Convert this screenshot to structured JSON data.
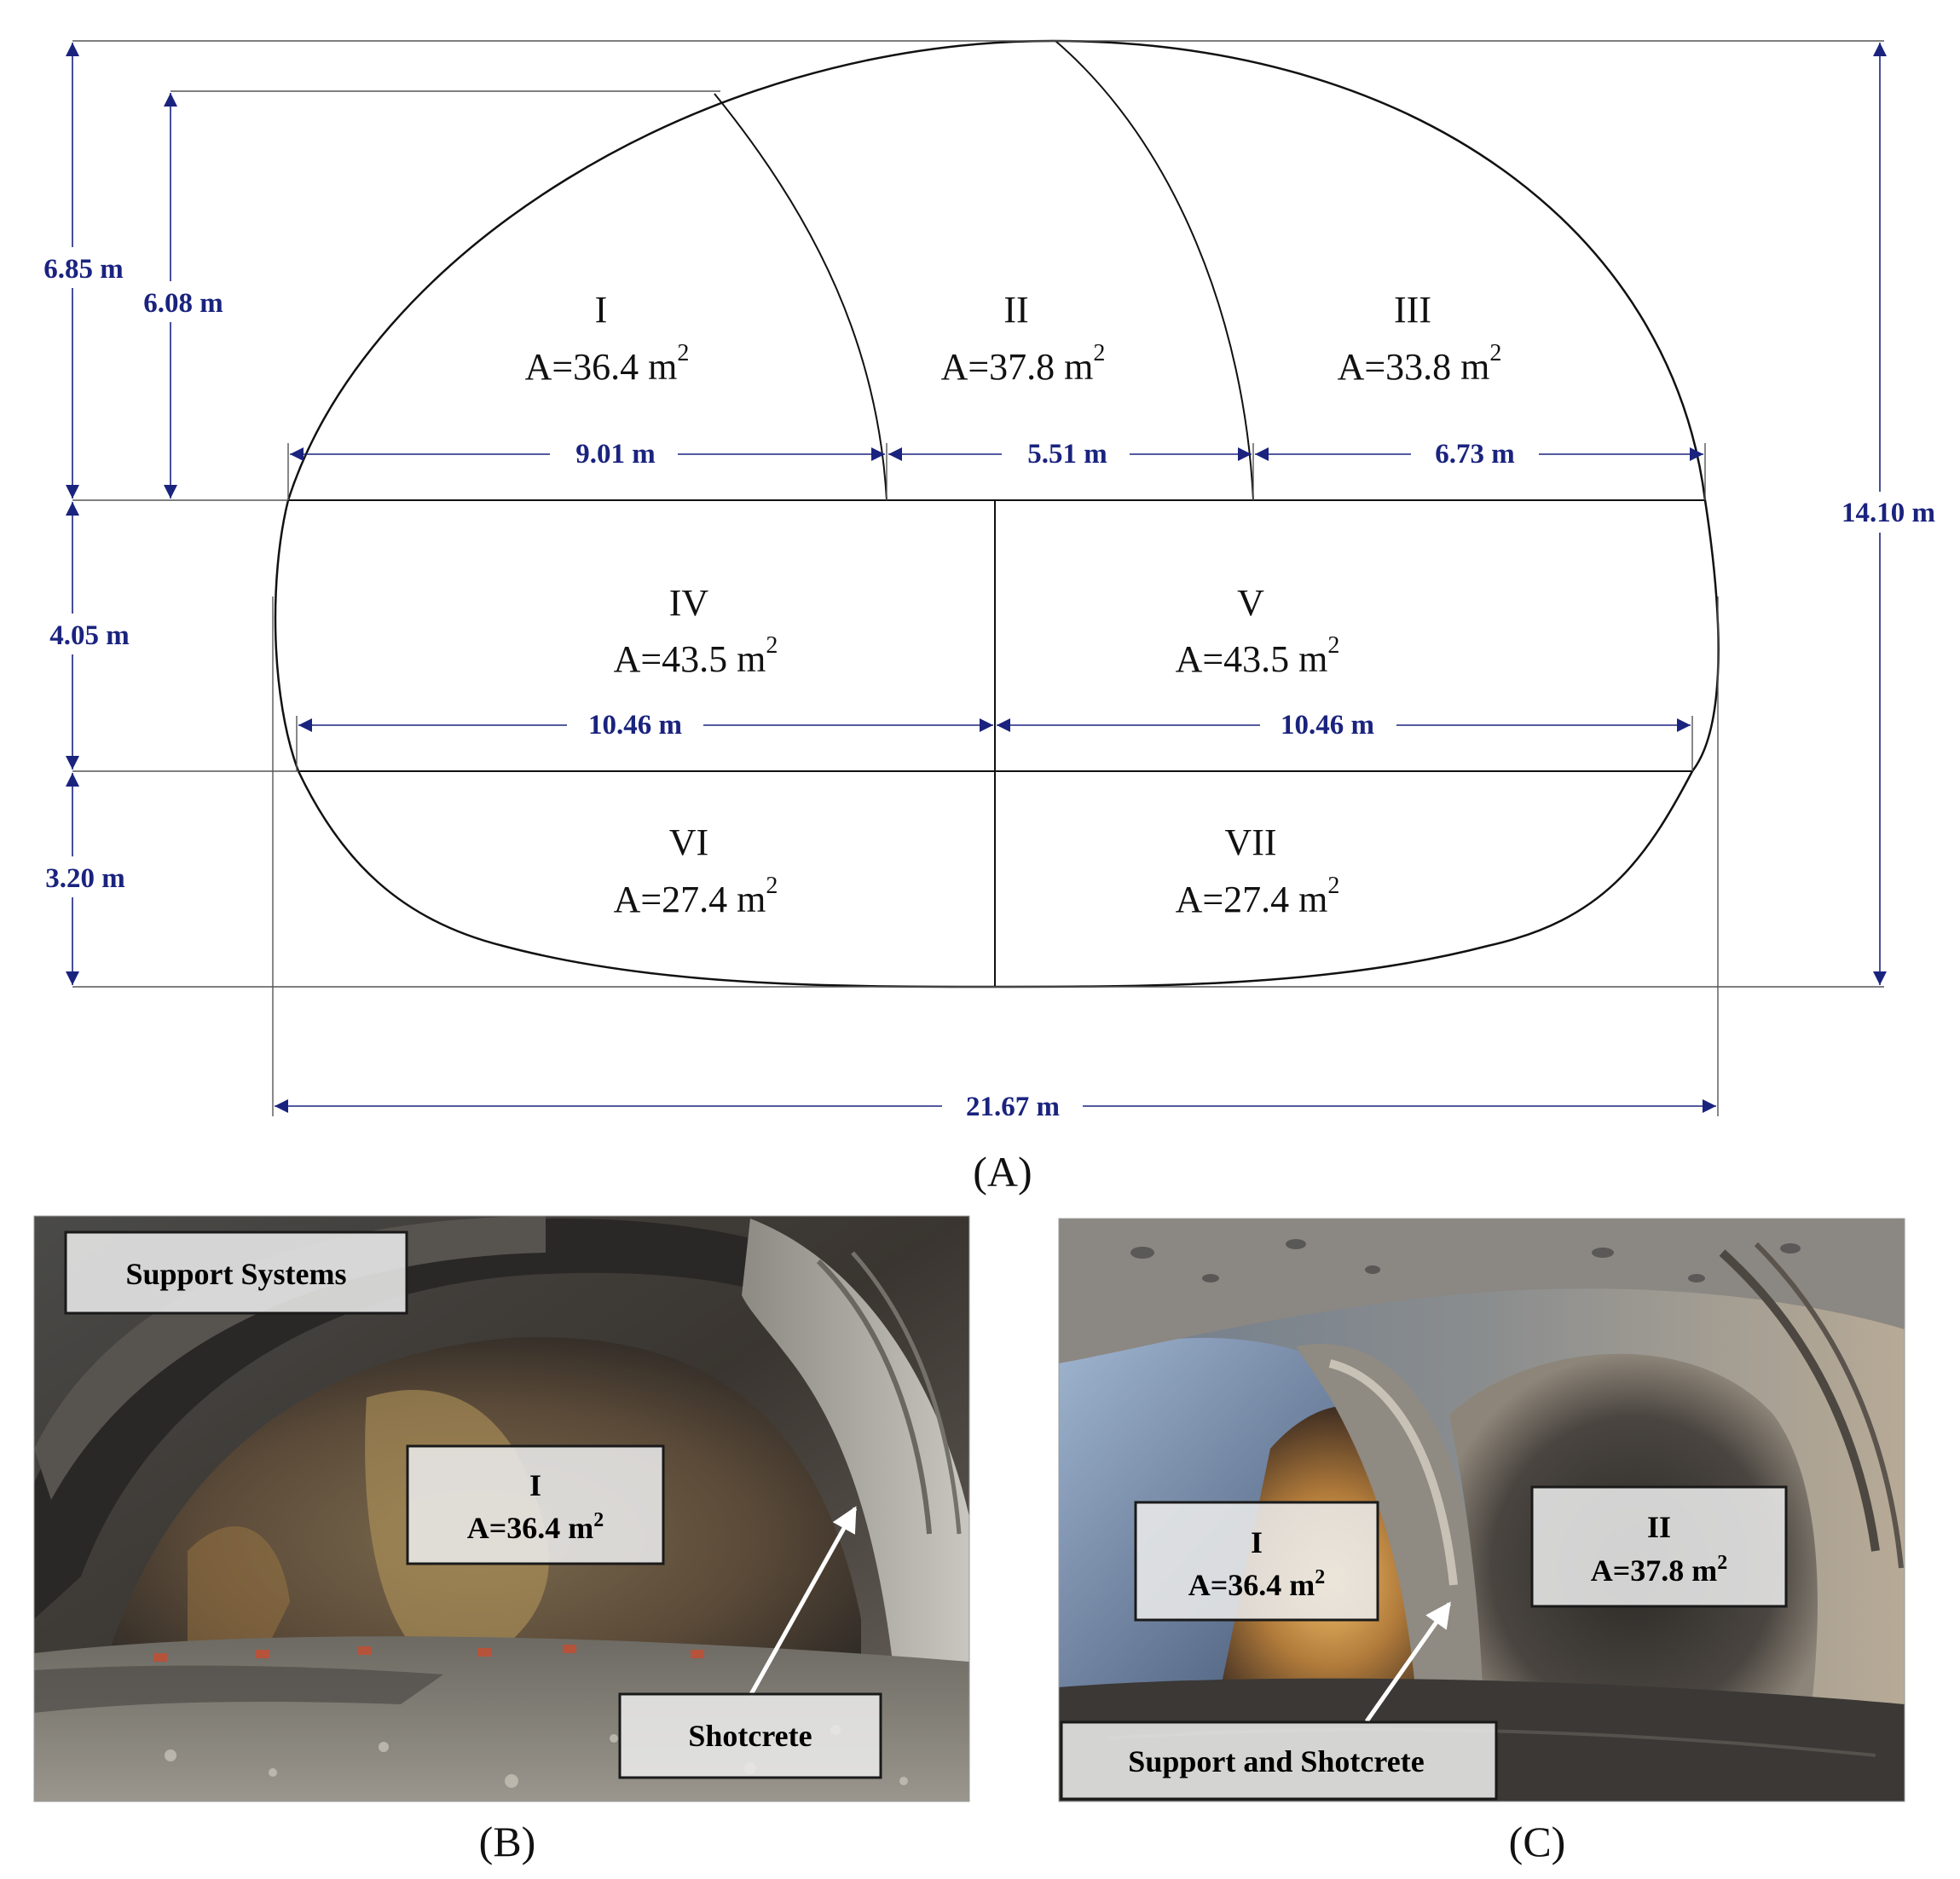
{
  "panel_a": {
    "caption": "(A)",
    "sections": [
      {
        "id": "I",
        "area": "A=36.4 m",
        "sup": "2"
      },
      {
        "id": "II",
        "area": "A=37.8 m",
        "sup": "2"
      },
      {
        "id": "III",
        "area": "A=33.8 m",
        "sup": "2"
      },
      {
        "id": "IV",
        "area": "A=43.5 m",
        "sup": "2"
      },
      {
        "id": "V",
        "area": "A=43.5 m",
        "sup": "2"
      },
      {
        "id": "VI",
        "area": "A=27.4 m",
        "sup": "2"
      },
      {
        "id": "VII",
        "area": "A=27.4 m",
        "sup": "2"
      }
    ],
    "dimensions": {
      "top_heading_height": "6.85 m",
      "top_heading_inner_height": "6.08 m",
      "bench_height": "4.05 m",
      "invert_height": "3.20 m",
      "total_height": "14.10 m",
      "total_width": "21.67 m",
      "width_I": "9.01 m",
      "width_II": "5.51 m",
      "width_III": "6.73 m",
      "width_IV": "10.46 m",
      "width_V": "10.46 m"
    },
    "colors": {
      "dimension_text": "#1a237e",
      "dimension_arrow": "#1a237e",
      "outline": "#111111"
    }
  },
  "panel_b": {
    "caption": "(B)",
    "tags": {
      "support": "Support Systems",
      "section_id": "I",
      "section_area": "A=36.4 m",
      "section_sup": "2",
      "shotcrete": "Shotcrete"
    }
  },
  "panel_c": {
    "caption": "(C)",
    "tags": {
      "section1_id": "I",
      "section1_area": "A=36.4 m",
      "section1_sup": "2",
      "section2_id": "II",
      "section2_area": "A=37.8 m",
      "section2_sup": "2",
      "support_shotcrete": "Support and Shotcrete"
    }
  }
}
